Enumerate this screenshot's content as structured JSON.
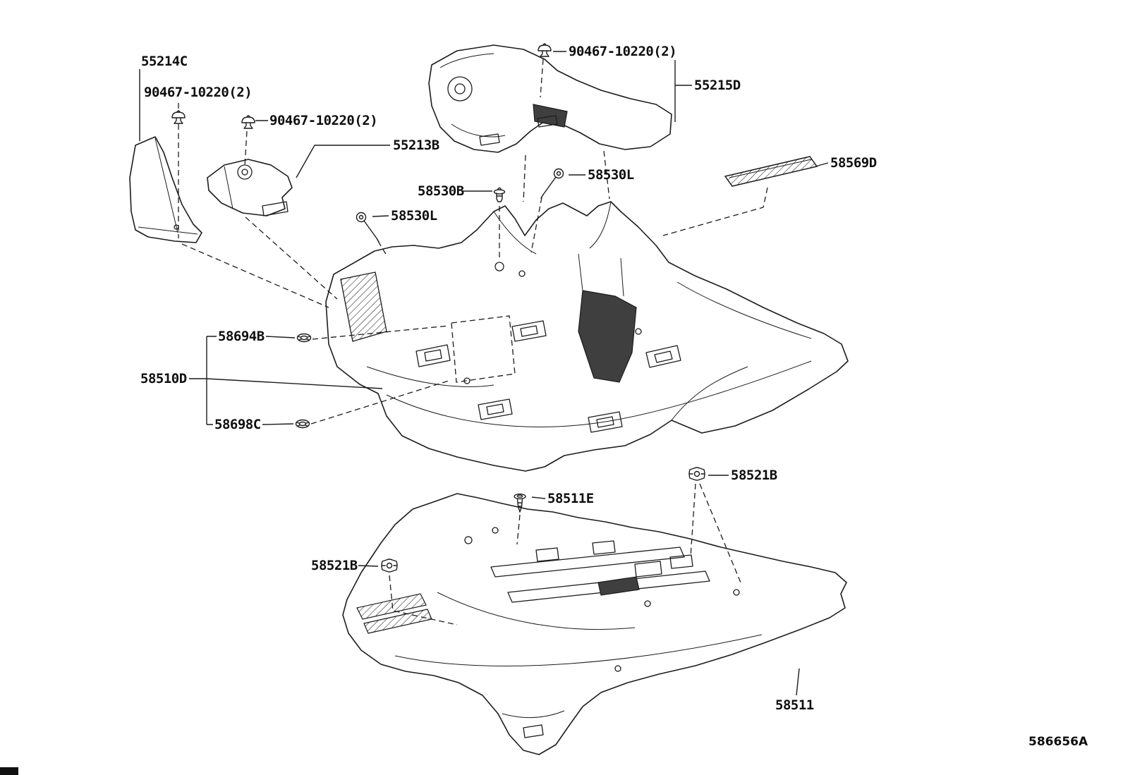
{
  "diagram": {
    "code": "586656A",
    "background": "#ffffff",
    "line_color": "#1c1c1c",
    "labels": [
      {
        "id": "55214C",
        "text": "55214C"
      },
      {
        "id": "90467-10220-a",
        "text": "90467-10220(2)"
      },
      {
        "id": "90467-10220-b",
        "text": "90467-10220(2)"
      },
      {
        "id": "55213B",
        "text": "55213B"
      },
      {
        "id": "90467-10220-c",
        "text": "90467-10220(2)"
      },
      {
        "id": "55215D",
        "text": "55215D"
      },
      {
        "id": "58530L-a",
        "text": "58530L"
      },
      {
        "id": "58530B",
        "text": "58530B"
      },
      {
        "id": "58530L-b",
        "text": "58530L"
      },
      {
        "id": "58569D",
        "text": "58569D"
      },
      {
        "id": "58694B",
        "text": "58694B"
      },
      {
        "id": "58510D",
        "text": "58510D"
      },
      {
        "id": "58698C",
        "text": "58698C"
      },
      {
        "id": "58521B-a",
        "text": "58521B"
      },
      {
        "id": "58511E",
        "text": "58511E"
      },
      {
        "id": "58521B-b",
        "text": "58521B"
      },
      {
        "id": "58511",
        "text": "58511"
      }
    ]
  }
}
